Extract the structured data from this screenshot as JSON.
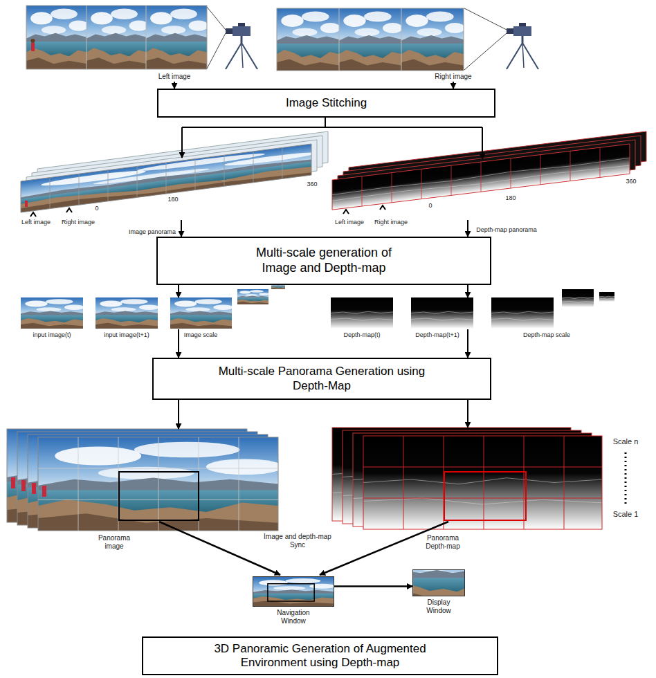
{
  "diagram": {
    "nodes": [
      {
        "text": [
          "Image Stitching"
        ]
      },
      {
        "text": [
          "Multi-scale generation of Image and Depth-map"
        ]
      },
      {
        "text": [
          "Multi-scale Panorama Generation using Depth-Map"
        ]
      },
      {
        "text": [
          "Navigation Window"
        ]
      },
      {
        "text": [
          "Display Window"
        ]
      },
      {
        "text": [
          "3D Panoramic Generation of Augmented Environment using Depth-map"
        ]
      }
    ],
    "edges": [
      {
        "from": 3,
        "to": 4,
        "arrow": "to"
      }
    ],
    "labels": [
      "Left image",
      "Right image",
      "360",
      "180",
      "0",
      "Left image",
      "Right image",
      "Image panorama",
      "360",
      "180",
      "0",
      "Left image",
      "Right image",
      "Depth-map panorama",
      "input image(t)",
      "input image(t+1)",
      "Image scale",
      "Depth-map(t)",
      "Depth-map(t+1)",
      "Depth-map scale",
      "Scale n",
      "Scale 1",
      "Panorama image",
      "Image and depth-map Sync",
      "Panorama Depth-map"
    ]
  }
}
